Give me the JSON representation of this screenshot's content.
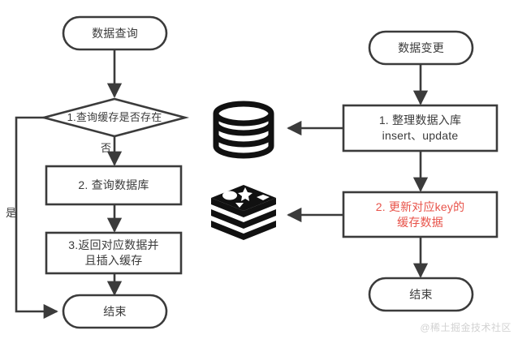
{
  "diagram": {
    "title_left": "数据查询",
    "title_right": "数据变更",
    "background_color": "#ffffff",
    "stroke_color": "#3b3b3b",
    "text_color": "#3b3b3b",
    "accent_color": "#e8534a"
  },
  "left_flow": {
    "start": {
      "label": "数据查询",
      "shape": "rounded-pill"
    },
    "decision": {
      "label": "1.查询缓存是否存在",
      "shape": "diamond"
    },
    "branch_no": {
      "label": "否"
    },
    "branch_yes": {
      "label": "是"
    },
    "step2": {
      "label": "2. 查询数据库",
      "shape": "rect"
    },
    "step3_line1": "3.返回对应数据并",
    "step3_line2": "且插入缓存",
    "end": {
      "label": "结束",
      "shape": "rounded-pill"
    }
  },
  "right_flow": {
    "start": {
      "label": "数据变更",
      "shape": "rounded-pill"
    },
    "step1_line1": "1. 整理数据入库",
    "step1_line2": "insert、update",
    "step2_line1": "2. 更新对应key的",
    "step2_line2": "缓存数据",
    "step2_color": "#e8534a",
    "end": {
      "label": "结束",
      "shape": "rounded-pill"
    },
    "icons": {
      "database": "database-cylinder-icon",
      "cache": "redis-cache-icon"
    }
  },
  "watermark": {
    "text": "@稀土掘金技术社区"
  }
}
